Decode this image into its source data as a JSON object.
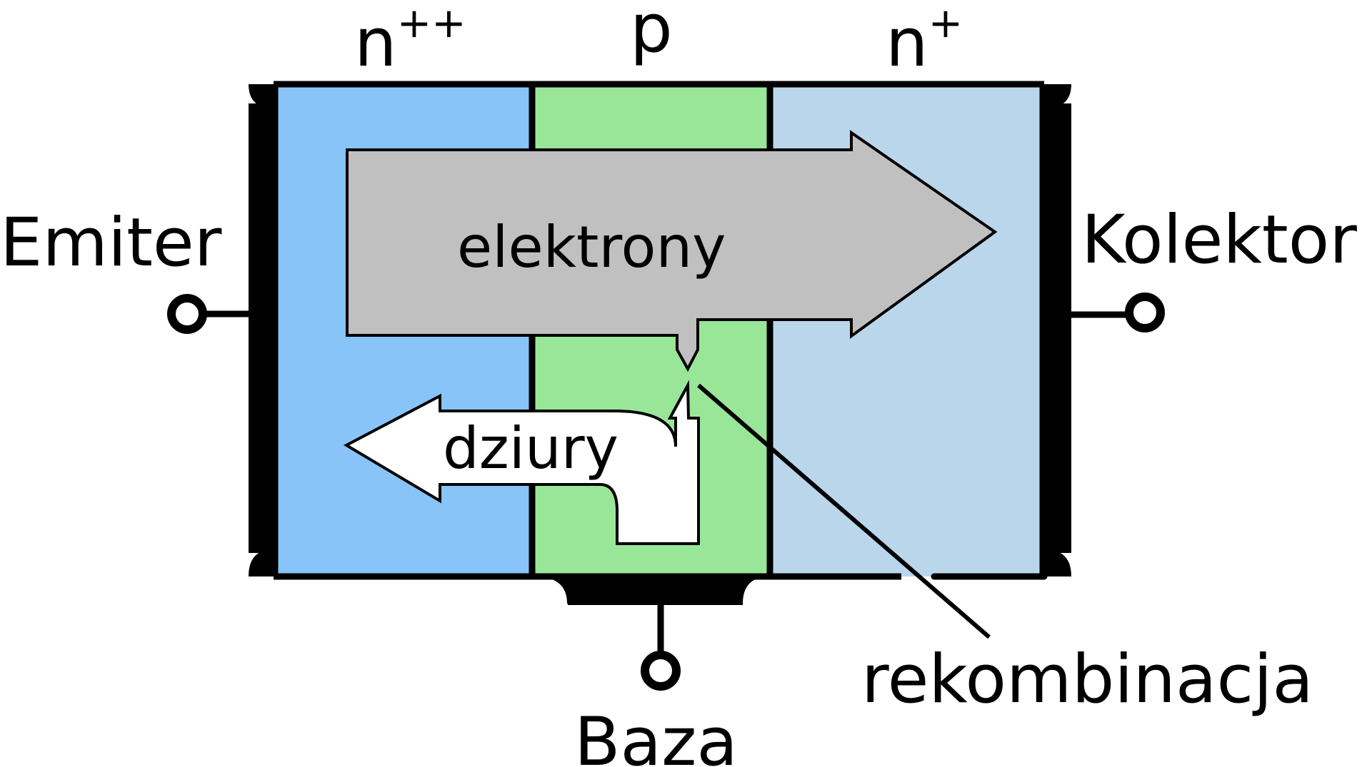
{
  "regions": {
    "emitter": {
      "label": "n",
      "superscript": "++",
      "color": "#88c4f8"
    },
    "base": {
      "label": "p",
      "color": "#99e699"
    },
    "collector": {
      "label": "n",
      "superscript": "+",
      "color": "#bad6eb"
    }
  },
  "terminals": {
    "emitter": "Emiter",
    "collector": "Kolektor",
    "base": "Baza"
  },
  "flows": {
    "electrons": {
      "label": "elektrony",
      "color": "#c0c0c0"
    },
    "holes": {
      "label": "dziury",
      "color": "#ffffff"
    }
  },
  "annotation": {
    "label": "rekombinacja"
  },
  "colors": {
    "outline": "#000000",
    "background": "#ffffff"
  }
}
